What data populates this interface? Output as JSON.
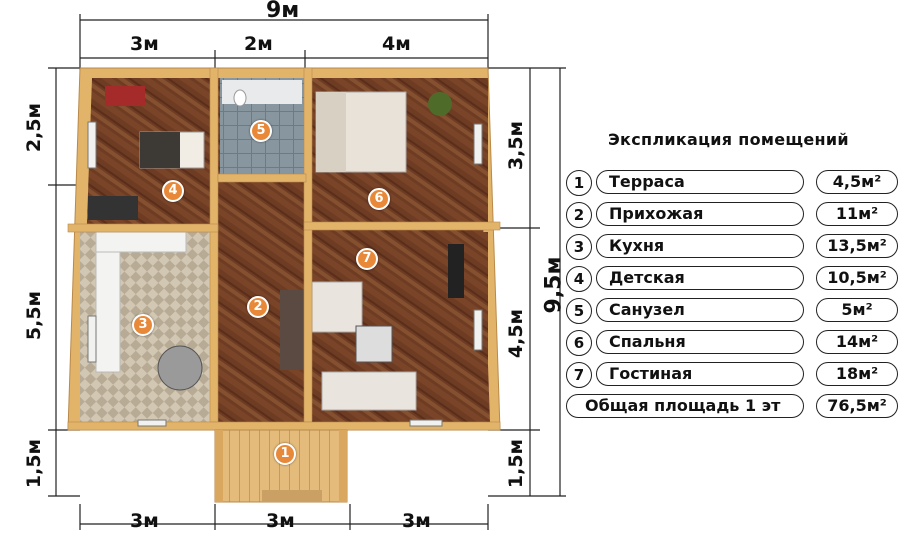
{
  "dimensions": {
    "top_total": "9м",
    "top_left": "3м",
    "top_middle": "2м",
    "top_right": "4м",
    "bottom_left": "3м",
    "bottom_middle": "3м",
    "bottom_right": "3м",
    "left_upper": "2,5м",
    "left_middle": "5,5м",
    "left_lower": "1,5м",
    "right_upper": "3,5м",
    "right_middle": "4,5м",
    "right_lower": "1,5м",
    "right_total": "9,5м"
  },
  "legend": {
    "title": "Экспликация помещений",
    "rooms": [
      {
        "num": "1",
        "name": "Терраса",
        "area": "4,5м²"
      },
      {
        "num": "2",
        "name": "Прихожая",
        "area": "11м²"
      },
      {
        "num": "3",
        "name": "Кухня",
        "area": "13,5м²"
      },
      {
        "num": "4",
        "name": "Детская",
        "area": "10,5м²"
      },
      {
        "num": "5",
        "name": "Санузел",
        "area": "5м²"
      },
      {
        "num": "6",
        "name": "Спальня",
        "area": "14м²"
      },
      {
        "num": "7",
        "name": "Гостиная",
        "area": "18м²"
      }
    ],
    "total_label": "Общая площадь 1 эт",
    "total_area": "76,5м²"
  },
  "markers": [
    "1",
    "2",
    "3",
    "4",
    "5",
    "6",
    "7"
  ],
  "colors": {
    "wall_wood": "#e2b46a",
    "floor_wood": "#6b3a22",
    "tile": "#c9bfae",
    "marker": "#e8893a"
  }
}
